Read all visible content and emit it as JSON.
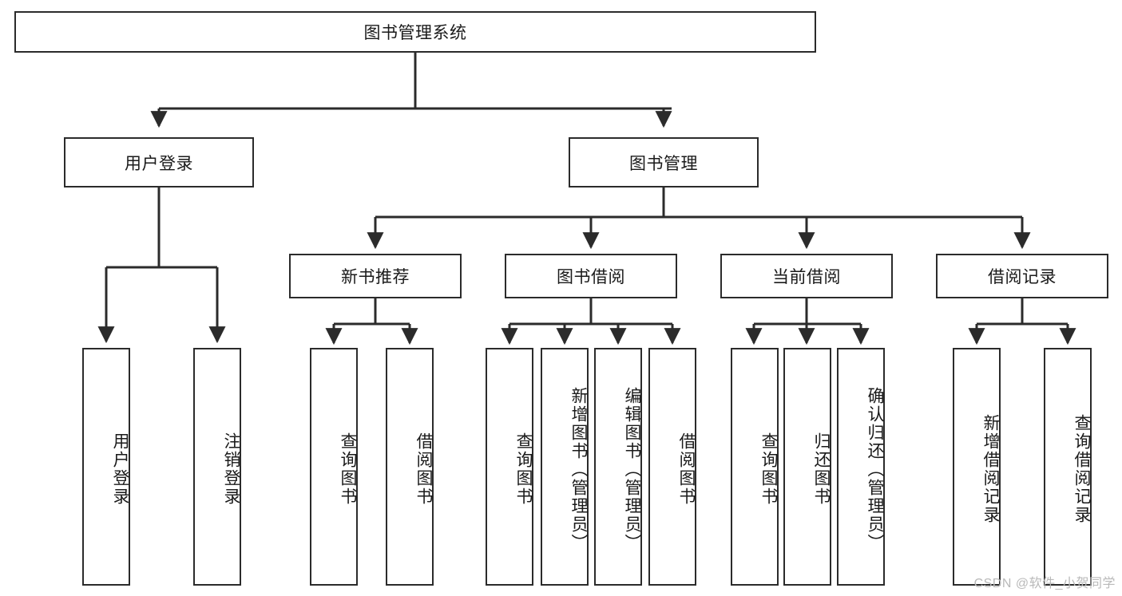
{
  "diagram": {
    "title": "图书管理系统",
    "type": "tree-hierarchy-diagram",
    "stroke_color": "#2b2b2b",
    "fill_color": "#ffffff",
    "text_color": "#1a1a1a",
    "levels": {
      "root": {
        "label": "图书管理系统"
      },
      "level2": [
        {
          "label": "用户登录"
        },
        {
          "label": "图书管理"
        }
      ],
      "level3": [
        {
          "label": "新书推荐"
        },
        {
          "label": "图书借阅"
        },
        {
          "label": "当前借阅"
        },
        {
          "label": "借阅记录"
        }
      ],
      "leaves_user_login": [
        {
          "label": "用户登录"
        },
        {
          "label": "注销登录"
        }
      ],
      "leaves_new_book": [
        {
          "label": "查询图书"
        },
        {
          "label": "借阅图书"
        }
      ],
      "leaves_borrow": [
        {
          "label": "查询图书"
        },
        {
          "label": "新增图书（管理员）"
        },
        {
          "label": "编辑图书（管理员）"
        },
        {
          "label": "借阅图书"
        }
      ],
      "leaves_current": [
        {
          "label": "查询图书"
        },
        {
          "label": "归还图书"
        },
        {
          "label": "确认归还（管理员）"
        }
      ],
      "leaves_record": [
        {
          "label": "新增借阅记录"
        },
        {
          "label": "查询借阅记录"
        }
      ]
    }
  },
  "watermark": {
    "text": "CSDN @软件_小贺同学"
  }
}
